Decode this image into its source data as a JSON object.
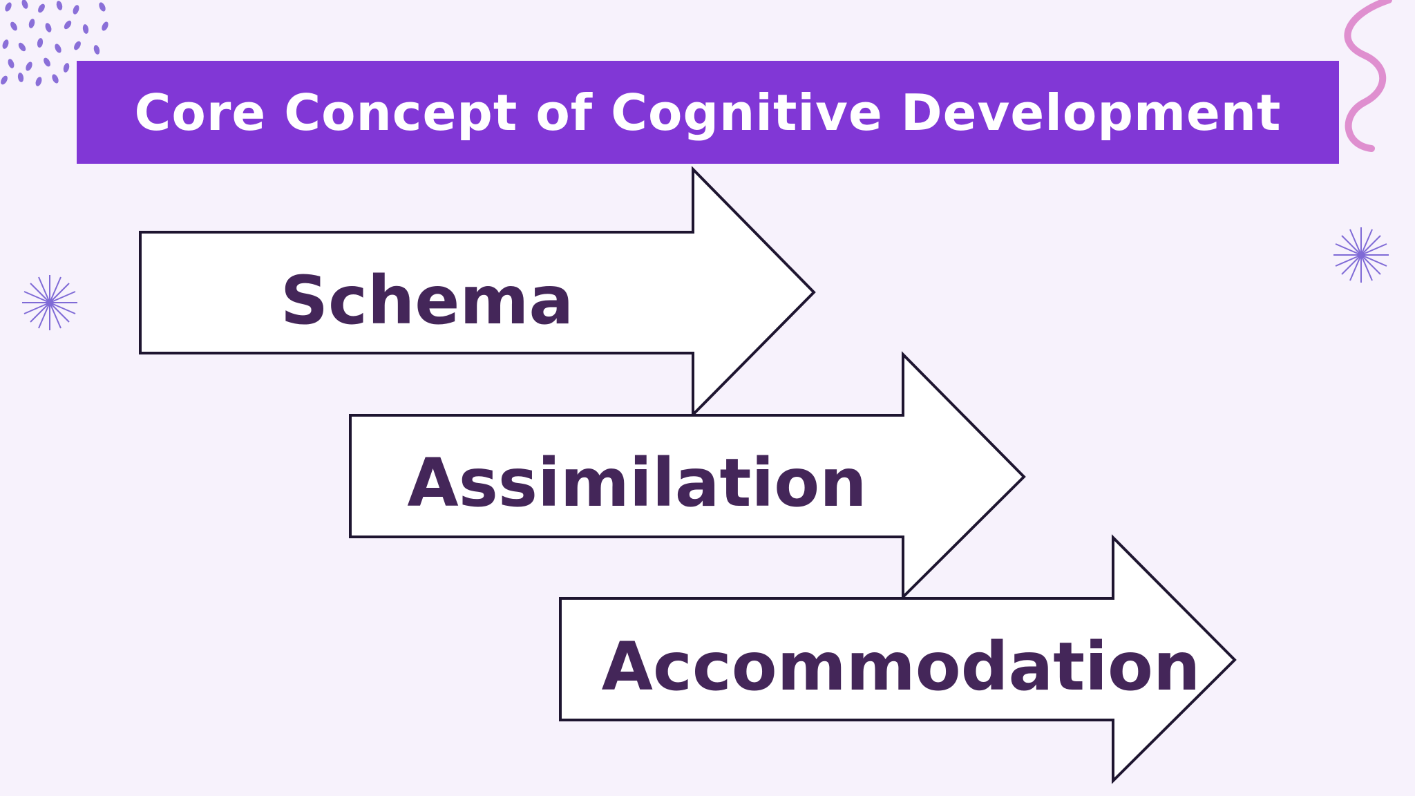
{
  "title": "Core Concept of Cognitive Development",
  "steps": [
    {
      "label": "Schema"
    },
    {
      "label": "Assimilation"
    },
    {
      "label": "Accommodation"
    }
  ],
  "colors": {
    "background": "#f7f2fc",
    "banner": "#8137d6",
    "title_text": "#ffffff",
    "label_text": "#442659",
    "arrow_stroke": "#1e1530",
    "arrow_fill": "#ffffff",
    "dots": "#8a6fd8",
    "squiggle": "#df8fcf",
    "starburst": "#7f6ad6"
  },
  "decorations": {
    "top_left": "dot-pattern",
    "top_right": "squiggle-line",
    "left": "starburst-icon",
    "right": "starburst-icon"
  }
}
